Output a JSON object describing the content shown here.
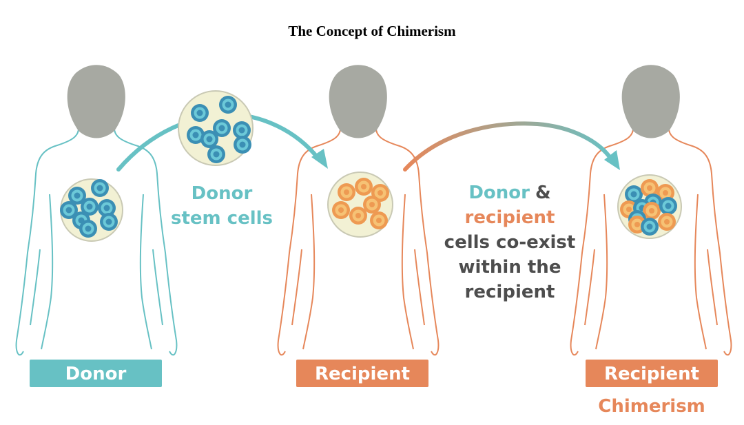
{
  "title": "The Concept of Chimerism",
  "figures": {
    "donor": {
      "label": "Donor"
    },
    "recipient": {
      "label": "Recipient"
    },
    "chimera": {
      "label": "Recipient",
      "sublabel": "Chimerism"
    }
  },
  "captions": {
    "stem_cells": {
      "line1": "Donor",
      "line2": "stem cells"
    },
    "coexist": {
      "word_donor": "Donor",
      "ampersand": "&",
      "word_recipient": "recipient",
      "line3": "cells co-exist",
      "line4": "within the",
      "line5": "recipient"
    }
  },
  "colors": {
    "donor": "#67c1c4",
    "recipient": "#e6875a",
    "cell_blue": "#3b8fb4",
    "cell_orange": "#ee9a52",
    "circle_fill": "#f2f1d4",
    "circle_stroke": "#c9c9b4",
    "head": "#a7a9a2",
    "dark_text": "#4d4d4d"
  }
}
